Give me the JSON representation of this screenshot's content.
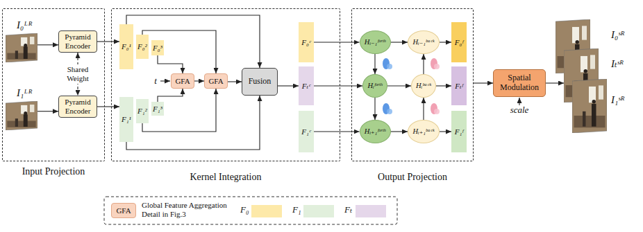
{
  "diagram": {
    "nodes": [
      {
        "text": [
          "Input Projection"
        ]
      },
      {
        "text": [
          "I₀ᴸᴿ"
        ],
        "in": 0
      },
      {
        "text": [
          "Pyramid Encoder"
        ],
        "in": 0
      },
      {
        "text": [
          "I₁ᴸᴿ"
        ],
        "in": 0
      },
      {
        "text": [
          "Pyramid Encoder"
        ],
        "in": 0
      },
      {
        "text": [
          "Kernel Integration"
        ]
      },
      {
        "text": [
          "F₀¹"
        ],
        "in": 5
      },
      {
        "text": [
          "F₀²"
        ],
        "in": 5
      },
      {
        "text": [
          "F₀³"
        ],
        "in": 5
      },
      {
        "text": [
          "F₁¹"
        ],
        "in": 5
      },
      {
        "text": [
          "F₁²"
        ],
        "in": 5
      },
      {
        "text": [
          "F₁³"
        ],
        "in": 5
      },
      {
        "text": [
          "GFA"
        ],
        "in": 5
      },
      {
        "text": [
          "GFA"
        ],
        "in": 5
      },
      {
        "text": [
          "Fusion"
        ],
        "in": 5
      },
      {
        "text": [
          "F₀ᶜ"
        ],
        "in": 5
      },
      {
        "text": [
          "Fₜᶜ"
        ],
        "in": 5
      },
      {
        "text": [
          "F₁ᶜ"
        ],
        "in": 5
      },
      {
        "text": [
          "Output Projection"
        ]
      },
      {
        "text": [
          "Hᵢ₋₁ᶠᵒʳᵗʰ"
        ],
        "in": 18
      },
      {
        "text": [
          "Hᵢ₋₁ᵇᵃᶜᵏ"
        ],
        "in": 18
      },
      {
        "text": [
          "F₀ᶠ"
        ],
        "in": 18
      },
      {
        "text": [
          "Hᵢᶠᵒʳᵗʰ"
        ],
        "in": 18
      },
      {
        "text": [
          "Hᵢᵇᵃᶜᵏ"
        ],
        "in": 18
      },
      {
        "text": [
          "Fₜᶠ"
        ],
        "in": 18
      },
      {
        "text": [
          "Hᵢ₊₁ᶠᵒʳᵗʰ"
        ],
        "in": 18
      },
      {
        "text": [
          "Hᵢ₊₁ᵇᵃᶜᵏ"
        ],
        "in": 18
      },
      {
        "text": [
          "F₁ᶠ"
        ],
        "in": 18
      },
      {
        "text": [
          "Spatial Modulation"
        ]
      },
      {
        "text": [
          "I₀ˢᴿ"
        ]
      },
      {
        "text": [
          "Iₜˢᴿ"
        ]
      },
      {
        "text": [
          "I₁ˢᴿ"
        ]
      }
    ],
    "edges": [
      {
        "from": 1,
        "to": 2,
        "arrow": "to"
      },
      {
        "from": 3,
        "to": 4,
        "arrow": "to"
      },
      {
        "from": 2,
        "to": 4,
        "arrow": "both",
        "label": "Shared Weight"
      },
      {
        "from": 2,
        "to": 6,
        "arrow": "to"
      },
      {
        "from": 4,
        "to": 9,
        "arrow": "to"
      },
      {
        "from": 8,
        "to": 12,
        "arrow": "to"
      },
      {
        "from": 11,
        "to": 12,
        "arrow": "to"
      },
      {
        "from": 12,
        "to": 13,
        "arrow": "to"
      },
      {
        "from": 7,
        "to": 13,
        "arrow": "to"
      },
      {
        "from": 10,
        "to": 13,
        "arrow": "to"
      },
      {
        "from": 13,
        "to": 14,
        "arrow": "to"
      },
      {
        "from": 6,
        "to": 14,
        "arrow": "to"
      },
      {
        "from": 9,
        "to": 14,
        "arrow": "to"
      },
      {
        "from": 14,
        "to": 16,
        "arrow": "to"
      },
      {
        "from": 15,
        "to": 19,
        "arrow": "to"
      },
      {
        "from": 16,
        "to": 22,
        "arrow": "to"
      },
      {
        "from": 17,
        "to": 25,
        "arrow": "to"
      },
      {
        "from": 19,
        "to": 20,
        "arrow": "to"
      },
      {
        "from": 22,
        "to": 23,
        "arrow": "to"
      },
      {
        "from": 25,
        "to": 26,
        "arrow": "to"
      },
      {
        "from": 19,
        "to": 22,
        "arrow": "to"
      },
      {
        "from": 22,
        "to": 25,
        "arrow": "to"
      },
      {
        "from": 26,
        "to": 23,
        "arrow": "to"
      },
      {
        "from": 23,
        "to": 20,
        "arrow": "to"
      },
      {
        "from": 20,
        "to": 21,
        "arrow": "to"
      },
      {
        "from": 23,
        "to": 24,
        "arrow": "to"
      },
      {
        "from": 26,
        "to": 27,
        "arrow": "to"
      },
      {
        "from": 18,
        "to": 28,
        "arrow": "to"
      },
      {
        "from": 28,
        "to": 30,
        "arrow": "to"
      }
    ],
    "labels": [
      "t",
      "scale",
      "GFA"
    ],
    "legend": [
      {
        "text": "Global Feature Aggregation Detail in Fig.3",
        "color": "#f9d4bf"
      },
      {
        "text": "F₀",
        "color": "#fde9a9"
      },
      {
        "text": "F₁",
        "color": "#e1efdc"
      },
      {
        "text": "Fₜ",
        "color": "#e5d7ea"
      }
    ]
  }
}
